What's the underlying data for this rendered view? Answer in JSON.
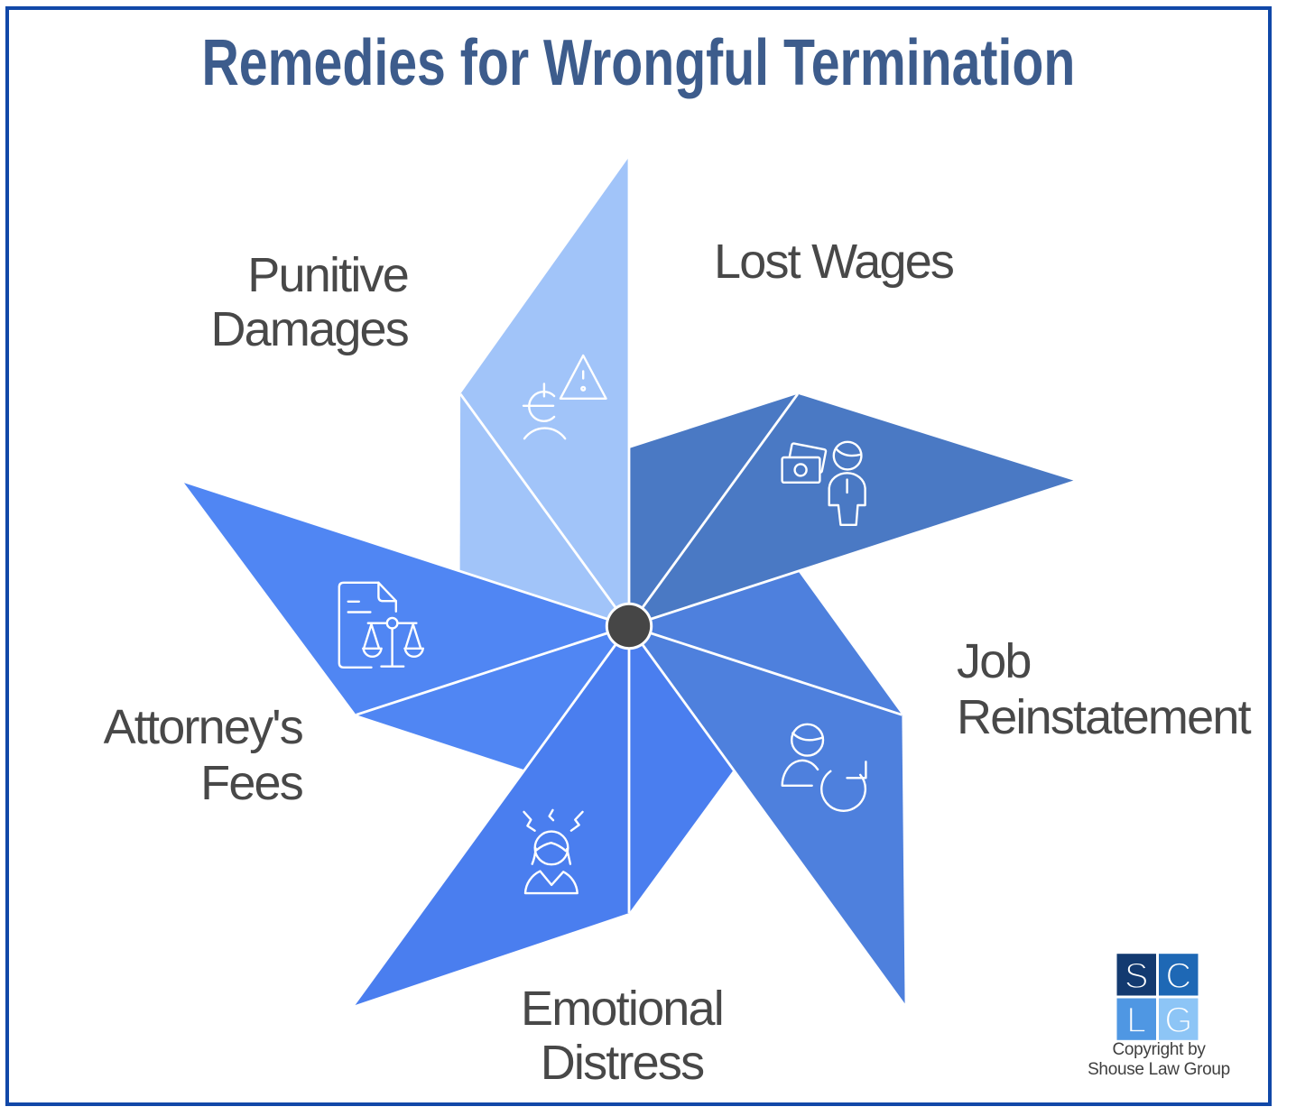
{
  "title": {
    "text": "Remedies for Wrongful Termination",
    "color": "#3d5c8c"
  },
  "frame": {
    "border_color": "#1148a8"
  },
  "pinwheel": {
    "center_dot_color": "#464646",
    "seam_color": "#ffffff",
    "icon_stroke_color": "#ffffff"
  },
  "labels_color": "#484848",
  "items": [
    {
      "label": "Punitive\nDamages",
      "icon": "euro-person-warning-icon",
      "color": "#a1c4f9"
    },
    {
      "label": "Lost Wages",
      "icon": "banknotes-person-icon",
      "color": "#4a79c4"
    },
    {
      "label": "Job\nReinstatement",
      "icon": "person-refresh-icon",
      "color": "#4e80dd"
    },
    {
      "label": "Emotional\nDistress",
      "icon": "stressed-person-icon",
      "color": "#4a7eef"
    },
    {
      "label": "Attorney's\nFees",
      "icon": "document-scales-icon",
      "color": "#5086f3"
    }
  ],
  "logo": {
    "quadrants": [
      {
        "letter": "S",
        "color": "#133a70"
      },
      {
        "letter": "C",
        "color": "#1e68b5"
      },
      {
        "letter": "L",
        "color": "#4f97e3"
      },
      {
        "letter": "G",
        "color": "#8dc5f6"
      }
    ],
    "caption_line1": "Copyright by",
    "caption_line2": "Shouse Law Group",
    "caption_color": "#3f3f3f"
  }
}
